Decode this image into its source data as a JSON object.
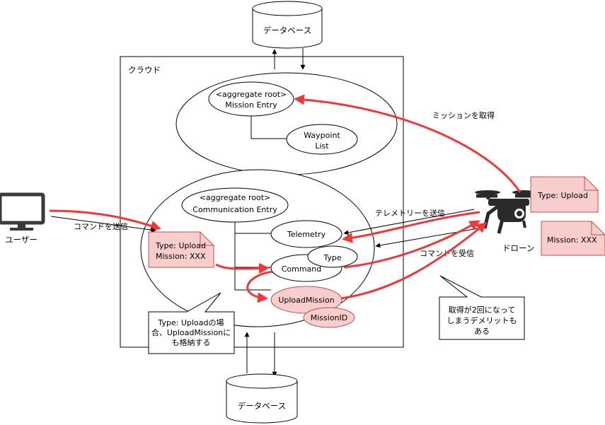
{
  "colors": {
    "red_arrow": "#f0373a",
    "pink_fill": "#f8cecc",
    "pink_stroke": "#b85450",
    "black": "#000000"
  },
  "icons": {
    "user": "monitor-icon",
    "drone": "drone-icon",
    "database": "database-icon"
  },
  "database_top": "データベース",
  "database_bottom": "データベース",
  "cloud_label": "クラウド",
  "mission_entry": {
    "line1": "<aggregate root>",
    "line2": "Mission Entry"
  },
  "waypoint": {
    "line1": "Waypoint",
    "line2": "List"
  },
  "communication_entry": {
    "line1": "<aggregate root>",
    "line2": "Communication Entry"
  },
  "telemetry": "Telemetry",
  "type_node": "Type",
  "command_node": "Command",
  "upload_mission": "UploadMission",
  "mission_id": "MissionID",
  "user_label": "ユーザー",
  "send_command_label": "コマンドを送信",
  "note_user": {
    "line1": "Type: Upload",
    "line2": "Mission: XXX"
  },
  "callout_upload": {
    "line1": "Type: Uploadの場",
    "line2": "合、UploadMissionに",
    "line3": "も格納する"
  },
  "get_mission_label": "ミッションを取得",
  "send_telemetry_label": "テレメトリーを送信",
  "receive_command_label": "コマンドを受信",
  "drone_label": "ドローン",
  "note_drone_type": "Type: Upload",
  "note_drone_mission": "Mission: XXX",
  "callout_demerit": {
    "line1": "取得が2回になって",
    "line2": "しまうデメリットも",
    "line3": "ある"
  }
}
